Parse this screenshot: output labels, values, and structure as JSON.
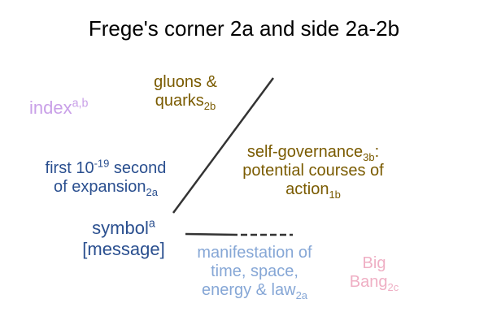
{
  "title": "Frege's corner 2a and side 2a-2b",
  "colors": {
    "black": "#000000",
    "gold": "#7a5b00",
    "violet": "#c9a0e8",
    "navy": "#2a4f8f",
    "lightblue": "#86a7d6",
    "pink": "#efafc4",
    "line": "#333333"
  },
  "labels": {
    "index": {
      "text": "index",
      "sup": "a,b"
    },
    "gluons": {
      "line1": "gluons &",
      "line2": "quarks",
      "sub": "2b"
    },
    "first": {
      "pre": "first 10",
      "sup": "-19",
      "post": " second",
      "line2": "of expansion",
      "sub": "2a"
    },
    "selfgov": {
      "line1a": "self-governance",
      "sub1": "3b",
      "line1b": ":",
      "line2": "potential courses of",
      "line3": "action",
      "sub3": "1b"
    },
    "symbol": {
      "text": "symbol",
      "sup": "a",
      "line2": "[message]"
    },
    "manifestation": {
      "line1": "manifestation of",
      "line2": "time, space,",
      "line3": "energy & law",
      "sub": "2a"
    },
    "bigbang": {
      "line1": "Big",
      "line2": "Bang",
      "sub": "2c"
    }
  }
}
